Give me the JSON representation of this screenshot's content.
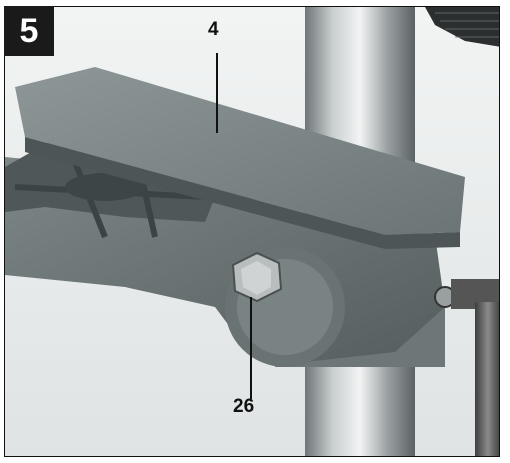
{
  "figure_number": "5",
  "callouts": {
    "table": "4",
    "bolt": "26"
  }
}
